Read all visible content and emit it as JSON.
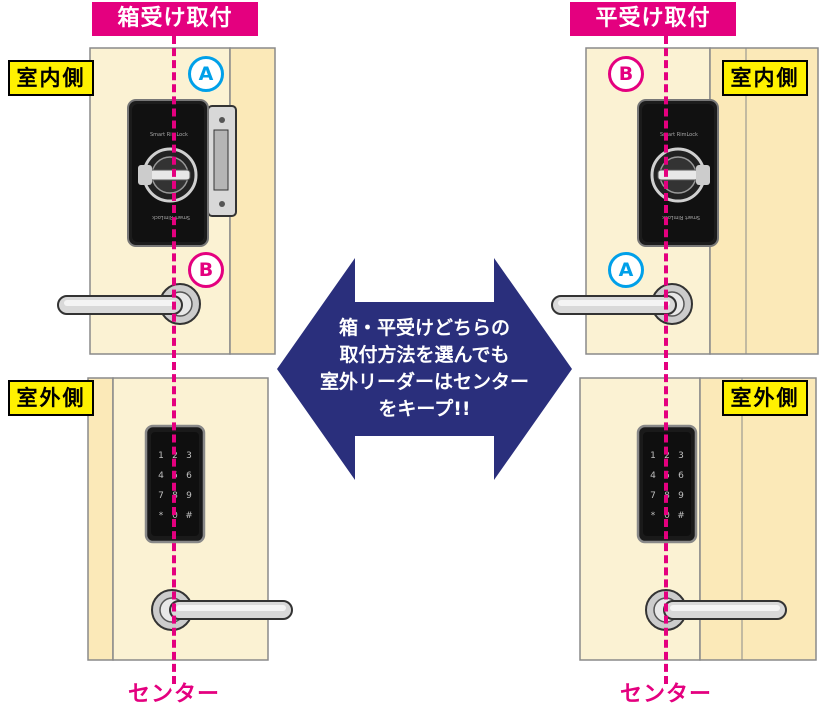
{
  "left_panel": {
    "header": "箱受け取付",
    "indoor_tag": "室内側",
    "outdoor_tag": "室外側",
    "marker_top": "A",
    "marker_bottom": "B",
    "center_label": "センター"
  },
  "right_panel": {
    "header": "平受け取付",
    "indoor_tag": "室内側",
    "outdoor_tag": "室外側",
    "marker_top": "B",
    "marker_bottom": "A",
    "center_label": "センター"
  },
  "arrow": {
    "message": "箱・平受けどちらの\n取付方法を選んでも\n室外リーダーはセンター\nをキープ!!"
  },
  "device": {
    "brand": "Smart RimLock",
    "keys": [
      "1",
      "2",
      "3",
      "4",
      "5",
      "6",
      "7",
      "8",
      "9",
      "*",
      "0",
      "#"
    ]
  },
  "colors": {
    "magenta": "#e4007f",
    "marker_a": "#00a0e9",
    "marker_b": "#e4007f",
    "tag_yellow": "#fff100",
    "arrow_navy": "#2a2f7c",
    "door_cream": "#fbf2d3"
  }
}
